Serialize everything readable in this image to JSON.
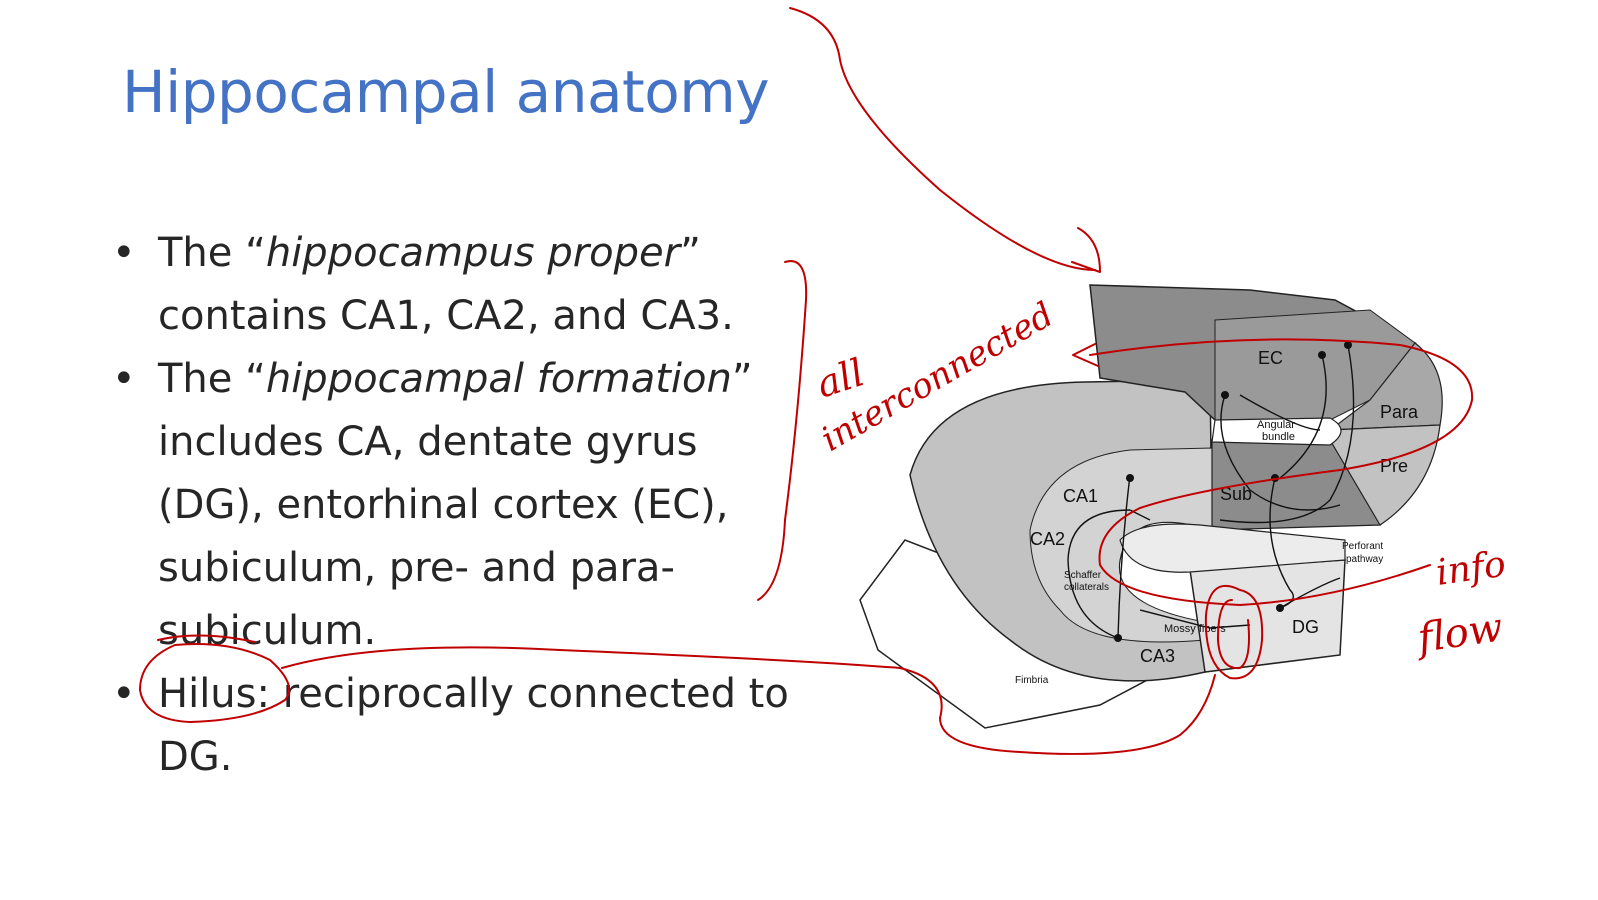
{
  "slide": {
    "title": "Hippocampal anatomy",
    "bullet_glyph": "•",
    "bullets": [
      {
        "pre": "The “",
        "em": "hippocampus proper",
        "post": "” contains CA1, CA2, and CA3."
      },
      {
        "pre": "The “",
        "em": "hippocampal formation",
        "post": "” includes CA, dentate gyrus (DG), entorhinal cortex (EC), subiculum, pre- and para-subiculum."
      },
      {
        "pre": "Hilus: reciprocally connected to DG.",
        "em": "",
        "post": ""
      }
    ]
  },
  "diagram": {
    "labels": {
      "ec": "EC",
      "para": "Para",
      "pre": "Pre",
      "sub": "Sub",
      "angular_1": "Angular",
      "angular_2": "bundle",
      "ca1": "CA1",
      "ca2": "CA2",
      "ca3": "CA3",
      "dg": "DG",
      "schaffer_1": "Schaffer",
      "schaffer_2": "collaterals",
      "perforant_1": "Perforant",
      "perforant_2": "pathway",
      "mossy": "Mossy fibers",
      "fimbria": "Fimbria"
    },
    "colors": {
      "block_dark": "#8c8c8c",
      "block_mid": "#a8a8a8",
      "band": "#c2c2c2",
      "light": "#e4e4e4"
    }
  },
  "annotations": {
    "note_1a": "all",
    "note_1b": "interconnected",
    "note_2a": "info",
    "note_2b": "flow",
    "ink_color": "#c00000"
  }
}
